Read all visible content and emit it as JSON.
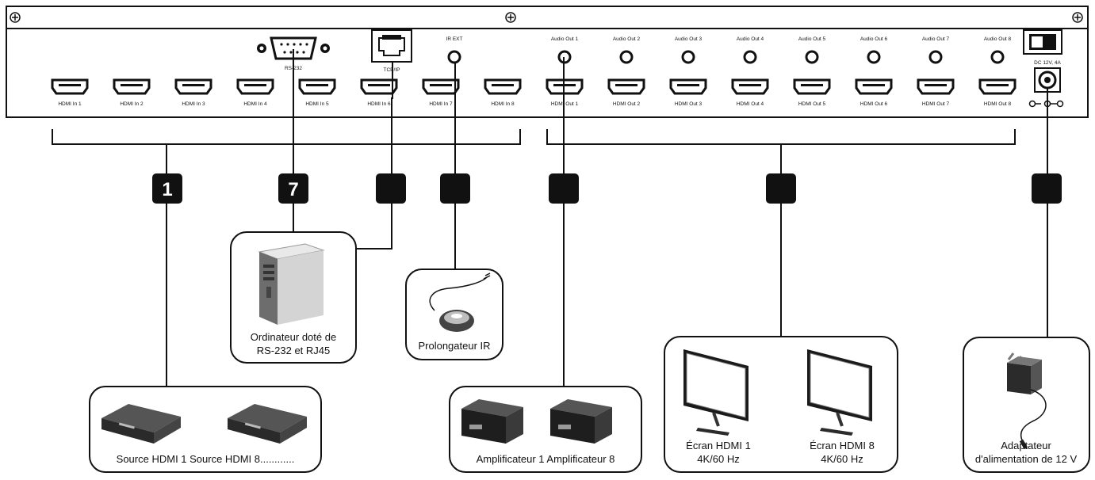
{
  "panel": {
    "hdmi_in": [
      "HDMI In 1",
      "HDMI In 2",
      "HDMI In 3",
      "HDMI In 4",
      "HDMI In 5",
      "HDMI In 6",
      "HDMI In 7",
      "HDMI In 8"
    ],
    "hdmi_out": [
      "HDMI Out 1",
      "HDMI Out 2",
      "HDMI Out 3",
      "HDMI Out 4",
      "HDMI Out 5",
      "HDMI Out 6",
      "HDMI Out 7",
      "HDMI Out 8"
    ],
    "audio_out": [
      "Audio Out 1",
      "Audio Out 2",
      "Audio Out 3",
      "Audio Out 4",
      "Audio Out 5",
      "Audio Out 6",
      "Audio Out 7",
      "Audio Out 8"
    ],
    "rs232_label": "RS-232",
    "tcpip_label": "TCP/IP",
    "ir_ext_label": "IR EXT",
    "dc_label": "DC 12V, 4A"
  },
  "badges": [
    "1",
    "7",
    "",
    "",
    "",
    "",
    ""
  ],
  "devices": {
    "hdmi_sources": "Source HDMI 1 Source HDMI 8............",
    "computer_line1": "Ordinateur doté de",
    "computer_line2": "RS-232 et RJ45",
    "ir_extender": "Prolongateur IR",
    "amplifiers": "Amplificateur 1 Amplificateur 8",
    "screen1_line1": "Écran HDMI 1",
    "screen1_line2": "4K/60 Hz",
    "screen8_line1": "Écran HDMI 8",
    "screen8_line2": "4K/60 Hz",
    "adapter_line1": "Adaptateur",
    "adapter_line2": "d'alimentation de 12 V"
  }
}
